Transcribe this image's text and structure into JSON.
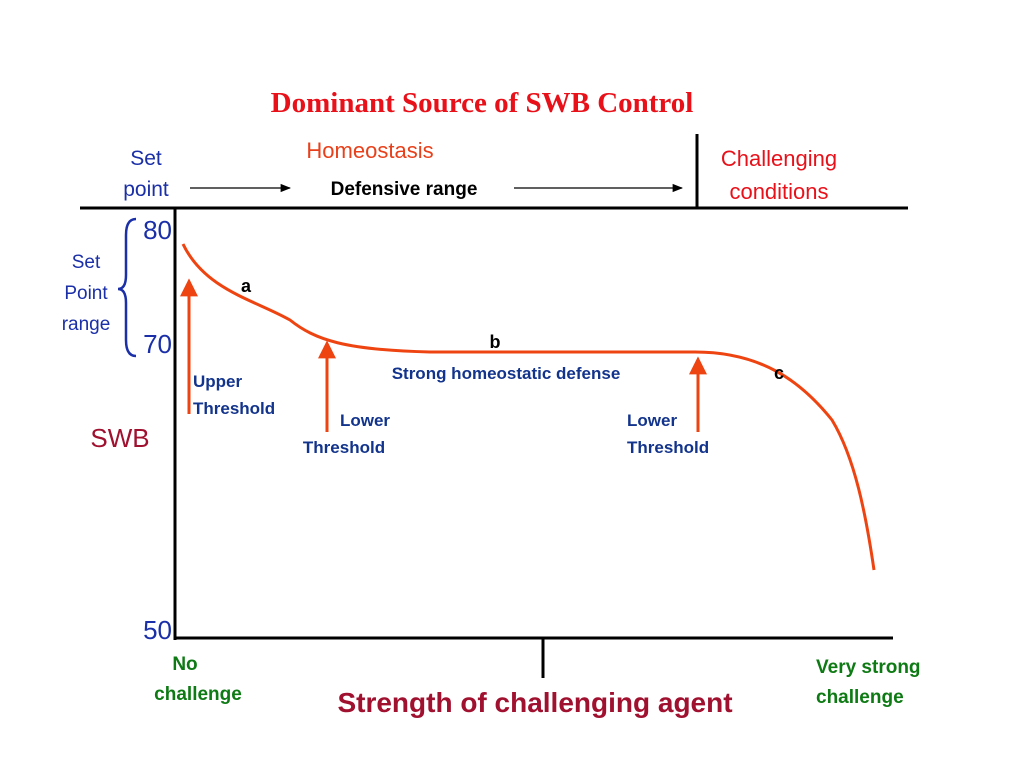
{
  "title": "Dominant Source of SWB Control",
  "header": {
    "set_point_line1": "Set",
    "set_point_line2": "point",
    "homeostasis": "Homeostasis",
    "defensive_range": "Defensive range",
    "challenging_line1": "Challenging",
    "challenging_line2": "conditions"
  },
  "y_axis": {
    "label": "SWB",
    "tick_80": "80",
    "tick_70": "70",
    "tick_50": "50",
    "set_point_range_line1": "Set",
    "set_point_range_line2": "Point",
    "set_point_range_line3": "range"
  },
  "x_axis": {
    "label": "Strength of challenging agent",
    "left_line1": "No",
    "left_line2": "challenge",
    "right_line1": "Very strong",
    "right_line2": "challenge"
  },
  "curve_labels": {
    "a": "a",
    "b": "b",
    "c": "c",
    "strong_defense": "Strong homeostatic defense"
  },
  "thresholds": {
    "upper_line1": "Upper",
    "upper_line2": "Threshold",
    "lower1_line1": "Lower",
    "lower1_line2": "Threshold",
    "lower2_line1": "Lower",
    "lower2_line2": "Threshold"
  },
  "colors": {
    "title": "#e8111a",
    "curve": "#ee4411",
    "blue_text": "#1a2fa8",
    "dark_blue_text": "#13348c",
    "maroon": "#a0102f",
    "green": "#0e7a14",
    "orange_red": "#e8401a",
    "red": "#e8111a"
  }
}
